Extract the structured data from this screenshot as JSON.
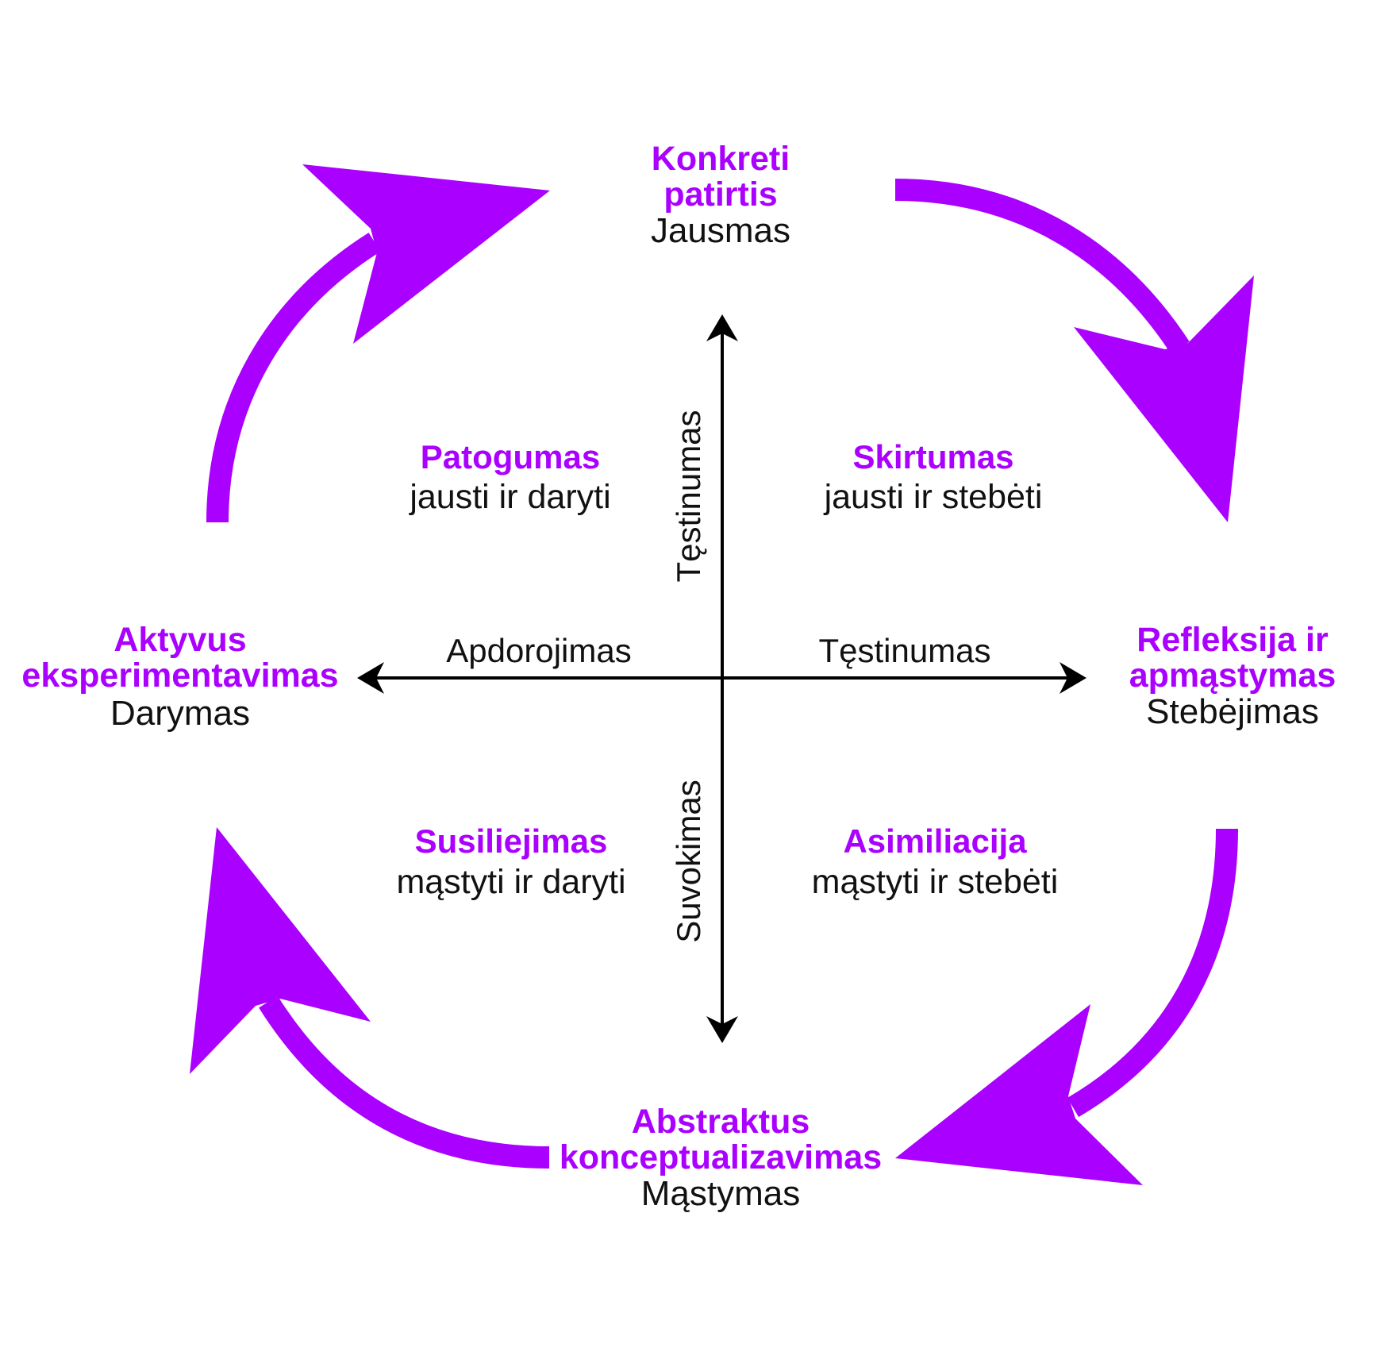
{
  "colors": {
    "accent": "#AA00FF",
    "text": "#111111",
    "axis": "#000000",
    "background": "#FFFFFF"
  },
  "stages": {
    "top": {
      "title_line1": "Konkreti",
      "title_line2": "patirtis",
      "subtitle": "Jausmas"
    },
    "right": {
      "title_line1": "Refleksija ir",
      "title_line2": "apmąstymas",
      "subtitle": "Stebėjimas"
    },
    "bottom": {
      "title_line1": "Abstraktus",
      "title_line2": "konceptualizavimas",
      "subtitle": "Mąstymas"
    },
    "left": {
      "title_line1": "Aktyvus",
      "title_line2": "eksperimentavimas",
      "subtitle": "Darymas"
    }
  },
  "quadrants": {
    "top_left": {
      "title": "Patogumas",
      "subtitle": "jausti ir daryti"
    },
    "top_right": {
      "title": "Skirtumas",
      "subtitle": "jausti ir stebėti"
    },
    "bottom_left": {
      "title": "Susiliejimas",
      "subtitle": "mąstyti ir daryti"
    },
    "bottom_right": {
      "title": "Asimiliacija",
      "subtitle": "mąstyti ir stebėti"
    }
  },
  "axes": {
    "horizontal_left_label": "Apdorojimas",
    "horizontal_right_label": "Tęstinumas",
    "vertical_top_label": "Tęstinumas",
    "vertical_bottom_label": "Suvokimas"
  },
  "cycle_arrows": [
    {
      "id": "top-right",
      "direction": "clockwise",
      "from": "Konkreti patirtis",
      "to": "Refleksija ir apmąstymas"
    },
    {
      "id": "bottom-right",
      "direction": "clockwise",
      "from": "Refleksija ir apmąstymas",
      "to": "Abstraktus konceptualizavimas"
    },
    {
      "id": "bottom-left",
      "direction": "clockwise",
      "from": "Abstraktus konceptualizavimas",
      "to": "Aktyvus eksperimentavimas"
    },
    {
      "id": "top-left",
      "direction": "clockwise",
      "from": "Aktyvus eksperimentavimas",
      "to": "Konkreti patirtis"
    }
  ]
}
